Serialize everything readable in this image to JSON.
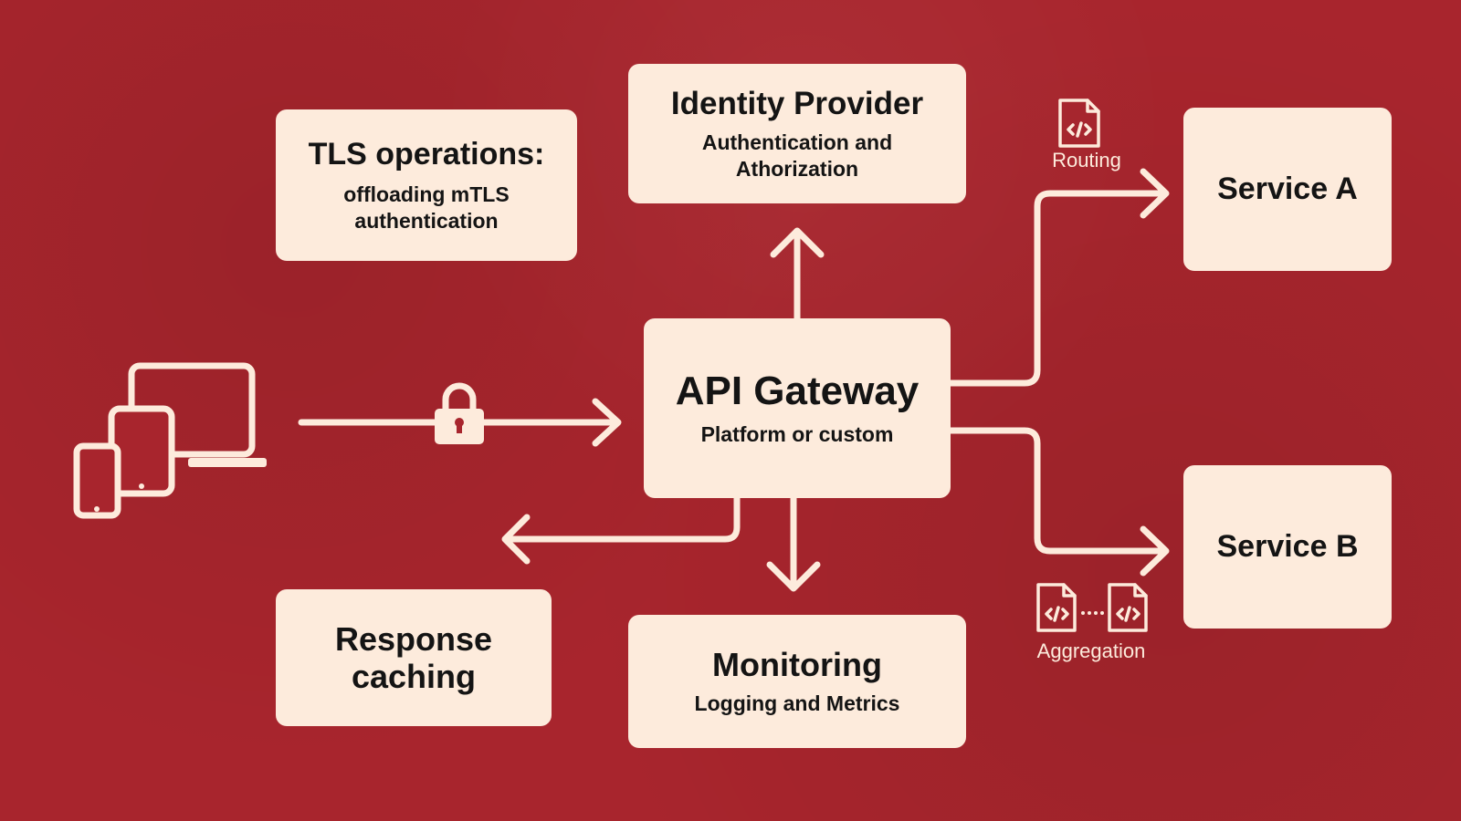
{
  "diagram": {
    "tls": {
      "title": "TLS operations:",
      "subtitle": "offloading mTLS authentication"
    },
    "identity_provider": {
      "title": "Identity Provider",
      "subtitle": "Authentication and Athorization"
    },
    "service_a": {
      "title": "Service A"
    },
    "service_b": {
      "title": "Service B"
    },
    "gateway": {
      "title": "API Gateway",
      "subtitle": "Platform or custom"
    },
    "response_caching": {
      "title": "Response caching"
    },
    "monitoring": {
      "title": "Monitoring",
      "subtitle": "Logging and Metrics"
    },
    "routing_label": "Routing",
    "aggregation_label": "Aggregation"
  },
  "icons": {
    "clients": "devices-icon",
    "lock": "lock-icon",
    "routing": "code-file-icon",
    "aggregation": "code-file-icon"
  },
  "colors": {
    "background": "#a8252d",
    "box": "#fdebdc",
    "text": "#141414",
    "line": "#fdebdc"
  }
}
